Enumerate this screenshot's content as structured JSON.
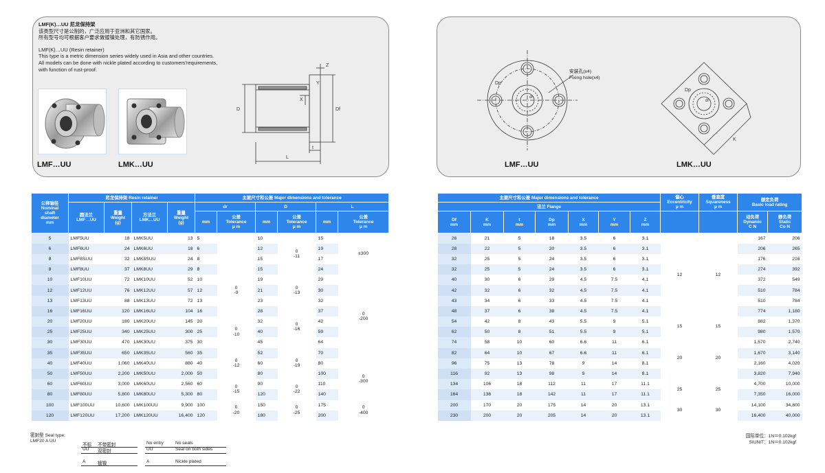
{
  "intro": {
    "title_cn": "LMF(K)…UU 尼龙保持架",
    "line1_cn": "该类型尺寸是公制的，广泛应用于亚洲和其它国家。",
    "line2_cn": "所有型号均可根据客户要求做镀镍处理，有防锈作用。",
    "title_en": "LMF(K)…UU (Resin retainer)",
    "line1_en": "This type is a metric dimension series widely used in Asia and other countries.",
    "line2_en": "All models can be done with nickle plated according to customers'requirements,",
    "line3_en": "with function of rust-proof."
  },
  "photos": {
    "lmf_label": "LMF…UU",
    "lmk_label": "LMK…UU"
  },
  "drawing_labels": {
    "z": "Z",
    "x": "X",
    "y": "Y",
    "d": "D",
    "df": "Df",
    "t": "t",
    "l": "L",
    "dp": "Dp",
    "dr": "dr",
    "k": "K"
  },
  "flange_view": {
    "mount_hole_cn": "安装孔(x4)",
    "mount_hole_en": "Fixing hole(x4)",
    "lmf_label": "LMF…UU",
    "lmk_label": "LMK…UU"
  },
  "table_left": {
    "h_nominal": [
      "公称轴径",
      "Nominal",
      "shaft",
      "diameter",
      "mm"
    ],
    "h_retainer": "尼龙保持架  Resin retainer",
    "h_major": "主要尺寸和公差  Major dimensions and tolerance",
    "h_lmf": [
      "圆法兰",
      "LMF…UU"
    ],
    "h_weight1": [
      "重量",
      "Weight",
      "(g)"
    ],
    "h_lmk": [
      "方法兰",
      "LMK…UU"
    ],
    "h_weight2": [
      "重量",
      "Weight",
      "(g)"
    ],
    "h_dr": "dr",
    "h_D": "D",
    "h_L": "L",
    "h_mm": "mm",
    "h_tol": [
      "公差",
      "Tolerance",
      "μ m"
    ],
    "rows": [
      [
        "5",
        "LMF5UU",
        "18",
        "LMK5UU",
        "13",
        "5",
        "10",
        "15"
      ],
      [
        "6",
        "LMF6UU",
        "24",
        "LMK6UU",
        "18",
        "6",
        "12",
        "19"
      ],
      [
        "8",
        "LMF8SUU",
        "32",
        "LMK8SUU",
        "24",
        "8",
        "15",
        "17"
      ],
      [
        "8",
        "LMF8UU",
        "37",
        "LMK8UU",
        "29",
        "8",
        "15",
        "24"
      ],
      [
        "10",
        "LMF10UU",
        "72",
        "LMK10UU",
        "52",
        "10",
        "19",
        "29"
      ],
      [
        "12",
        "LMF12UU",
        "76",
        "LMK12UU",
        "57",
        "12",
        "21",
        "30"
      ],
      [
        "13",
        "LMF13UU",
        "88",
        "LMK13UU",
        "72",
        "13",
        "23",
        "32"
      ],
      [
        "16",
        "LMF16UU",
        "120",
        "LMK16UU",
        "104",
        "16",
        "28",
        "37"
      ],
      [
        "20",
        "LMF20UU",
        "180",
        "LMK20UU",
        "145",
        "20",
        "32",
        "42"
      ],
      [
        "25",
        "LMF25UU",
        "340",
        "LMK25UU",
        "300",
        "25",
        "40",
        "59"
      ],
      [
        "30",
        "LMF30UU",
        "470",
        "LMK30UU",
        "375",
        "30",
        "45",
        "64"
      ],
      [
        "35",
        "LMF35UU",
        "650",
        "LMK35UU",
        "560",
        "35",
        "52",
        "70"
      ],
      [
        "40",
        "LMF40UU",
        "1,060",
        "LMK40UU",
        "880",
        "40",
        "60",
        "80"
      ],
      [
        "50",
        "LMF50UU",
        "2,200",
        "LMK50UU",
        "2,000",
        "50",
        "80",
        "100"
      ],
      [
        "60",
        "LMF60UU",
        "3,000",
        "LMK60UU",
        "2,560",
        "60",
        "90",
        "110"
      ],
      [
        "80",
        "LMF80UU",
        "5,800",
        "LMK80UU",
        "5,300",
        "80",
        "120",
        "140"
      ],
      [
        "100",
        "LMF100UU",
        "10,600",
        "LMK100UU",
        "9,900",
        "100",
        "150",
        "175"
      ],
      [
        "120",
        "LMF120UU",
        "17,200",
        "LMK120UU",
        "16,400",
        "120",
        "180",
        "200"
      ]
    ],
    "tol_dr": [
      [
        "0",
        "-9"
      ],
      [
        "0",
        "-10"
      ],
      [
        "0",
        "-12"
      ],
      [
        "0",
        "-15"
      ],
      [
        "0",
        "-20"
      ]
    ],
    "tol_D": [
      [
        "0",
        "-11"
      ],
      [
        "0",
        "-13"
      ],
      [
        "0",
        "-16"
      ],
      [
        "0",
        "-19"
      ],
      [
        "0",
        "-22"
      ],
      [
        "0",
        "-25"
      ]
    ],
    "tol_L": [
      "±300",
      [
        "0",
        "-200"
      ],
      [
        "0",
        "-300"
      ],
      [
        "0",
        "-400"
      ]
    ]
  },
  "table_right": {
    "h_major": "主要尺寸和公差  Major dimensions and tolerance",
    "h_flange": "法兰  Flange",
    "h_ecc": [
      "偏心",
      "Eccentricity",
      "μ m"
    ],
    "h_sq": [
      "垂直度",
      "Squareness",
      "μ m"
    ],
    "h_load": [
      "额定负荷",
      "Basic load rating"
    ],
    "h_cols": [
      [
        "Df",
        "mm"
      ],
      [
        "K",
        "mm"
      ],
      [
        "t",
        "mm"
      ],
      [
        "Dp",
        "mm"
      ],
      [
        "X",
        "mm"
      ],
      [
        "Y",
        "mm"
      ],
      [
        "Z",
        "mm"
      ]
    ],
    "h_dyn": [
      "动负荷",
      "Dynamic",
      "C N"
    ],
    "h_static": [
      "静负荷",
      "Static",
      "Co N"
    ],
    "rows": [
      [
        "26",
        "21",
        "5",
        "18",
        "3.5",
        "6",
        "3.1",
        "167",
        "206"
      ],
      [
        "28",
        "22",
        "5",
        "20",
        "3.5",
        "6",
        "3.1",
        "206",
        "265"
      ],
      [
        "32",
        "25",
        "5",
        "24",
        "3.5",
        "6",
        "3.1",
        "176",
        "216"
      ],
      [
        "32",
        "25",
        "5",
        "24",
        "3.5",
        "6",
        "3.1",
        "274",
        "392"
      ],
      [
        "40",
        "30",
        "6",
        "29",
        "4.5",
        "7.5",
        "4.1",
        "372",
        "549"
      ],
      [
        "42",
        "32",
        "6",
        "32",
        "4.5",
        "7.5",
        "4.1",
        "510",
        "784"
      ],
      [
        "43",
        "34",
        "6",
        "33",
        "4.5",
        "7.5",
        "4.1",
        "510",
        "784"
      ],
      [
        "48",
        "37",
        "6",
        "38",
        "4.5",
        "7.5",
        "4.1",
        "774",
        "1,180"
      ],
      [
        "54",
        "42",
        "8",
        "43",
        "5.5",
        "9",
        "5.1",
        "882",
        "1,370"
      ],
      [
        "62",
        "50",
        "8",
        "51",
        "5.5",
        "9",
        "5.1",
        "980",
        "1,570"
      ],
      [
        "74",
        "58",
        "10",
        "60",
        "6.6",
        "11",
        "6.1",
        "1,570",
        "2,740"
      ],
      [
        "82",
        "64",
        "10",
        "67",
        "6.6",
        "11",
        "6.1",
        "1,670",
        "3,140"
      ],
      [
        "96",
        "75",
        "13",
        "78",
        "9",
        "14",
        "8.1",
        "2,160",
        "4,020"
      ],
      [
        "116",
        "92",
        "13",
        "98",
        "9",
        "14",
        "8.1",
        "3,820",
        "7,940"
      ],
      [
        "134",
        "106",
        "18",
        "112",
        "11",
        "17",
        "11.1",
        "4,700",
        "10,000"
      ],
      [
        "164",
        "136",
        "18",
        "142",
        "11",
        "17",
        "11.1",
        "7,350",
        "16,000"
      ],
      [
        "200",
        "170",
        "20",
        "175",
        "14",
        "20",
        "13.1",
        "14,100",
        "34,800"
      ],
      [
        "230",
        "200",
        "20",
        "205",
        "14",
        "20",
        "13.1",
        "16,400",
        "40,000"
      ]
    ],
    "ecc": [
      "12",
      "15",
      "20",
      "25",
      "30"
    ],
    "sq": [
      "12",
      "15",
      "20",
      "25",
      "30"
    ]
  },
  "seal": {
    "title": "密封型 Seal type:",
    "example": "LMF20 A UU",
    "cn": [
      [
        "不标",
        "不带密封"
      ],
      [
        "UU",
        "双密封"
      ],
      [
        "A",
        "镀镍"
      ]
    ],
    "en": [
      [
        "No entry",
        "No seals"
      ],
      [
        "UU",
        "Seal on both sides"
      ],
      [
        "A",
        "Nickle plated"
      ]
    ]
  },
  "units": {
    "cn": "国际单位：1N＝0.102kgf",
    "en": "SIUNIT：1N＝0.102kgf"
  }
}
